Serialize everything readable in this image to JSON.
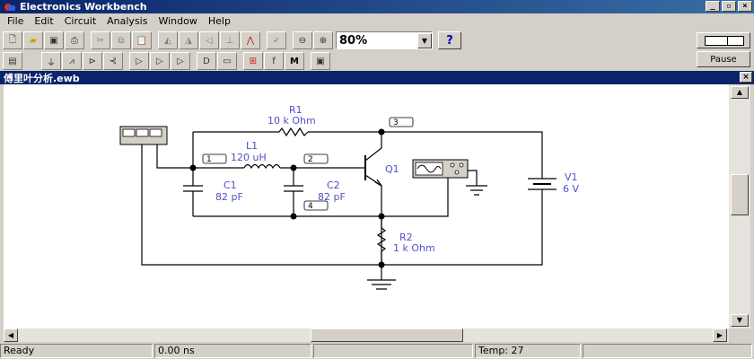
{
  "window": {
    "title": "Electronics Workbench"
  },
  "menu": [
    "File",
    "Edit",
    "Circuit",
    "Analysis",
    "Window",
    "Help"
  ],
  "toolbar": {
    "zoom": "80%",
    "help_label": "?"
  },
  "pause_label": "Pause",
  "document": {
    "title": "傅里叶分析.ewb"
  },
  "circuit": {
    "components": [
      {
        "ref": "R1",
        "value": "10 k Ohm"
      },
      {
        "ref": "L1",
        "value": "120 uH"
      },
      {
        "ref": "C1",
        "value": "82 pF"
      },
      {
        "ref": "C2",
        "value": "82 pF"
      },
      {
        "ref": "Q1",
        "value": ""
      },
      {
        "ref": "V1",
        "value": "6 V"
      },
      {
        "ref": "R2",
        "value": "1 k Ohm"
      }
    ],
    "nodes": [
      "1",
      "2",
      "3",
      "4"
    ]
  },
  "status": {
    "state": "Ready",
    "time": "0.00 ns",
    "temp": "Temp:  27"
  },
  "colors": {
    "label": "#5050c8",
    "title_bg": "#0a246a"
  }
}
